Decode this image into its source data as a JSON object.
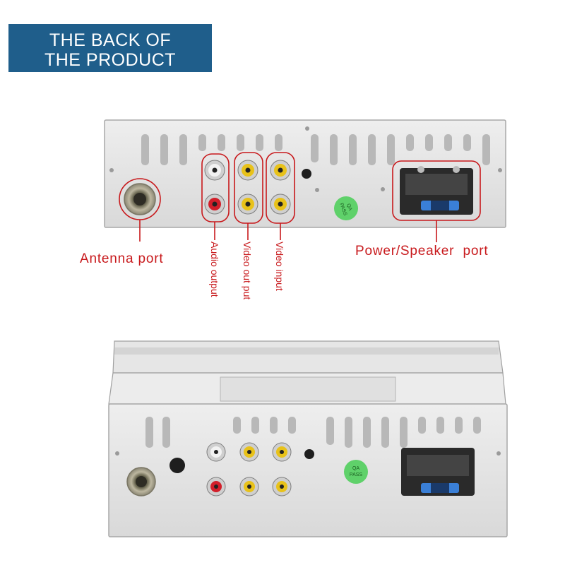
{
  "title": {
    "line1": "THE BACK OF",
    "line2": "THE PRODUCT"
  },
  "labels": {
    "antenna": "Antenna port",
    "audio_output": "Audio output",
    "video_out_put": "Video out put",
    "video_input": "Video input",
    "power_speaker": "Power/Speaker  port"
  },
  "badge": {
    "line1": "QA",
    "line2": "PASS"
  },
  "colors": {
    "title_bg": "#1f5e8b",
    "annotation_red": "#c8191c",
    "rca_white": "#f2f2f2",
    "rca_red": "#d21f2a",
    "rca_yellow": "#e8c21a",
    "badge_green": "#5fd16a",
    "fuse_blue": "#3a7fd6"
  }
}
